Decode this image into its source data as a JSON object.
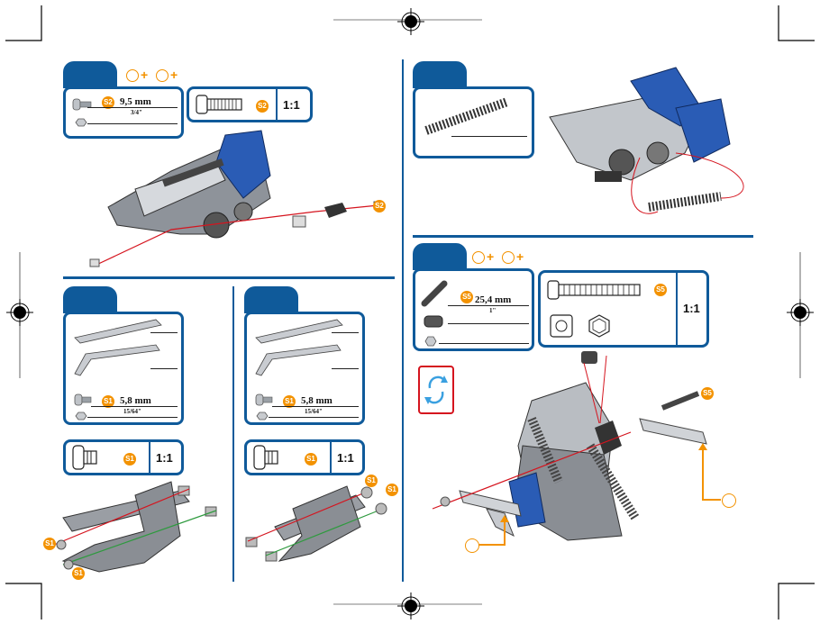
{
  "step1": {
    "measure": "9,5 mm",
    "measure_inch": "3/4\"",
    "screw_code": "S2",
    "scale": "1:1"
  },
  "step2": {
    "screw_code": "S1",
    "measure": "5,8 mm",
    "measure_inch": "15/64\"",
    "scale": "1:1"
  },
  "step3": {
    "screw_code": "S1",
    "measure": "5,8 mm",
    "measure_inch": "15/64\"",
    "scale": "1:1"
  },
  "step5": {
    "screw_code": "S5",
    "measure": "25,4 mm",
    "measure_inch": "1\"",
    "scale": "1:1"
  },
  "colors": {
    "blue": "#0f5a9a",
    "orange": "#f39200",
    "red": "#d5141e",
    "green": "#2e9a3e"
  },
  "icons": [
    "registration-mark-icon",
    "crop-mark-icon",
    "rotate-arrows-icon",
    "screw-icon",
    "nut-icon",
    "plus-icon"
  ]
}
